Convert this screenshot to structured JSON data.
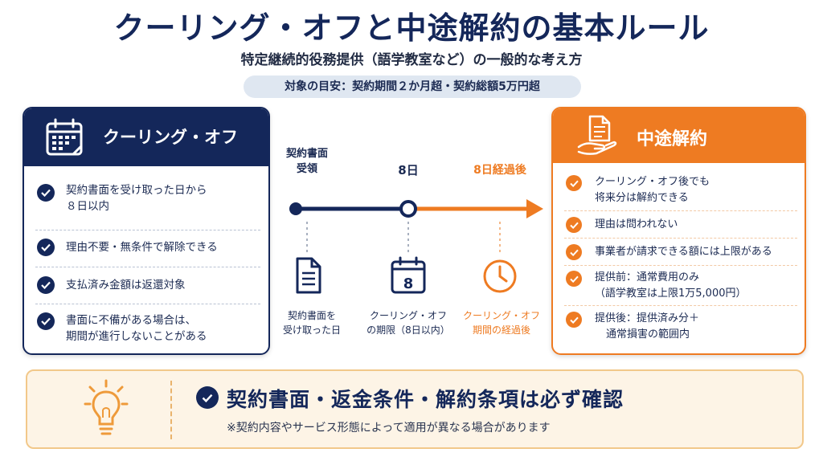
{
  "title": "クーリング・オフと中途解約の基本ルール",
  "subtitle": "特定継続的役務提供（語学教室など）の一般的な考え方",
  "target": "対象の目安：契約期間２か月超・契約総額5万円超",
  "cooling_off": {
    "heading": "クーリング・オフ",
    "icon": "calendar-icon",
    "items": [
      {
        "line1": "契約書面を受け取った日から",
        "line2": "８日以内"
      },
      {
        "line1": "理由不要・無条件で解除できる",
        "line2": ""
      },
      {
        "line1": "支払済み金額は返還対象",
        "line2": ""
      },
      {
        "line1": "書面に不備がある場合は、",
        "line2": "期間が進行しないことがある"
      }
    ]
  },
  "timeline": {
    "points": [
      {
        "label1": "契約書面",
        "label2": "受領",
        "caption1": "契約書面を",
        "caption2": "受け取った日",
        "icon": "document-icon"
      },
      {
        "label1": "8日",
        "label2": "",
        "caption1": "クーリング・オフ",
        "caption2": "の期限（8日以内）",
        "icon": "calendar-icon",
        "icon_text": "8"
      },
      {
        "label1": "8日経過後",
        "label2": "",
        "caption1": "クーリング・オフ",
        "caption2": "期間の経過後",
        "icon": "clock-icon"
      }
    ]
  },
  "cancellation": {
    "heading": "中途解約",
    "icon": "document-hand-icon",
    "items": [
      {
        "line1": "クーリング・オフ後でも",
        "line2": "将来分は解約できる"
      },
      {
        "line1": "理由は問われない",
        "line2": ""
      },
      {
        "line1": "事業者が請求できる額には上限がある",
        "line2": ""
      },
      {
        "line1": "提供前：通常費用のみ",
        "line2": "（語学教室は上限1万5,000円）"
      },
      {
        "line1": "提供後：提供済み分＋",
        "line2": "通常損害の範囲内"
      }
    ]
  },
  "bottom": {
    "title": "契約書面・返金条件・解約条項は必ず確認",
    "note": "※契約内容やサービス形態によって適用が異なる場合があります",
    "icon": "lightbulb-icon"
  },
  "colors": {
    "navy": "#14275a",
    "orange": "#ee7b22",
    "cream": "#fdf4e6"
  }
}
